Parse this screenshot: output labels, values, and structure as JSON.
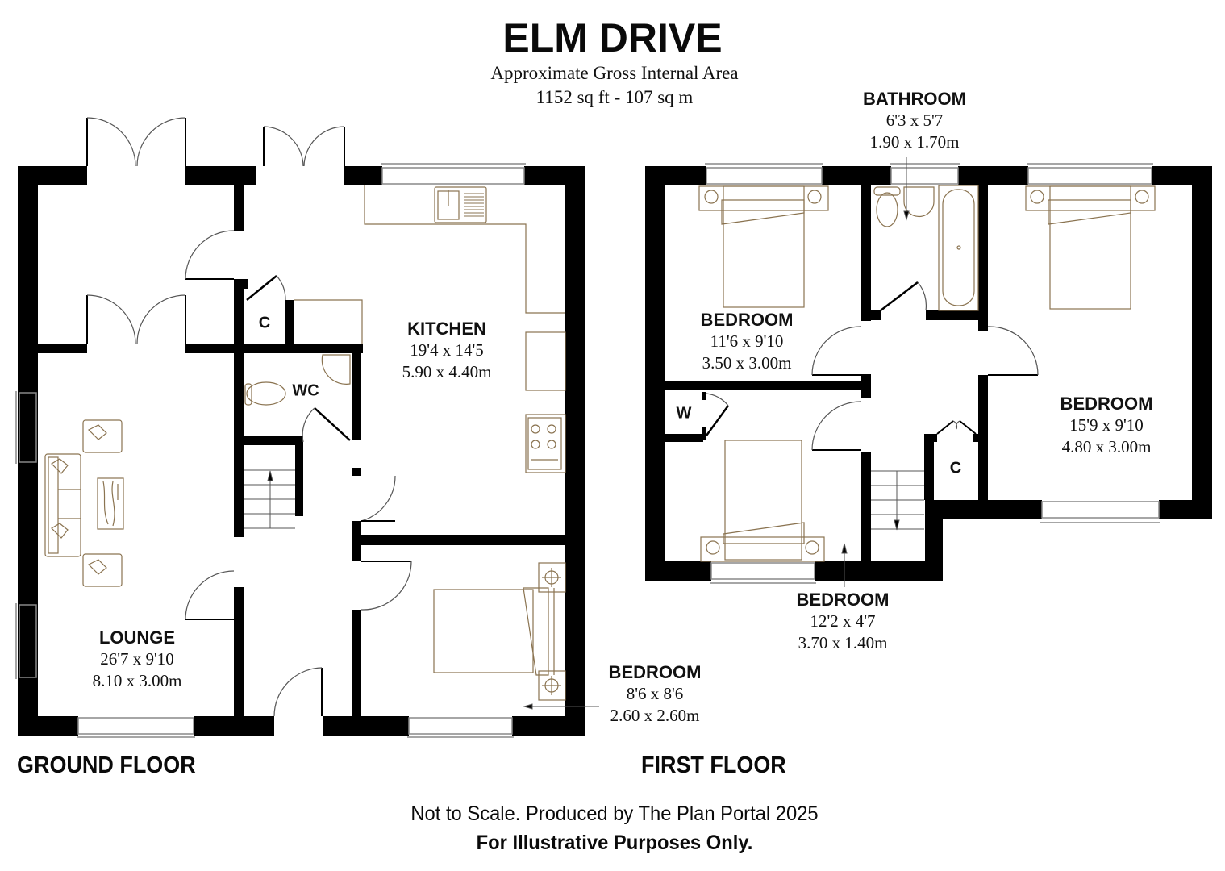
{
  "header": {
    "title": "ELM DRIVE",
    "subtitle": "Approximate Gross Internal Area",
    "area": "1152 sq ft - 107 sq m"
  },
  "ground_floor": {
    "label": "GROUND FLOOR",
    "rooms": [
      {
        "name": "LOUNGE",
        "imperial": "26'7 x 9'10",
        "metric": "8.10 x 3.00m"
      },
      {
        "name": "KITCHEN",
        "imperial": "19'4 x 14'5",
        "metric": "5.90 x 4.40m"
      },
      {
        "name": "BEDROOM",
        "imperial": "8'6 x 8'6",
        "metric": "2.60 x 2.60m"
      }
    ],
    "small_labels": {
      "cupboard": "C",
      "wc": "WC"
    }
  },
  "first_floor": {
    "label": "FIRST FLOOR",
    "rooms": [
      {
        "name": "BATHROOM",
        "imperial": "6'3 x 5'7",
        "metric": "1.90 x 1.70m"
      },
      {
        "name": "BEDROOM",
        "imperial": "11'6 x 9'10",
        "metric": "3.50 x 3.00m"
      },
      {
        "name": "BEDROOM",
        "imperial": "15'9 x 9'10",
        "metric": "4.80 x 3.00m"
      },
      {
        "name": "BEDROOM",
        "imperial": "12'2 x 4'7",
        "metric": "3.70 x 1.40m"
      }
    ],
    "small_labels": {
      "wardrobe": "W",
      "cupboard": "C"
    }
  },
  "footer": {
    "disclaimer": "Not to Scale. Produced by The Plan Portal 2025",
    "notice": "For Illustrative Purposes Only."
  },
  "colors": {
    "wall": "#000000",
    "fixture": "#8a7350",
    "door": "#555555",
    "background": "#ffffff"
  }
}
